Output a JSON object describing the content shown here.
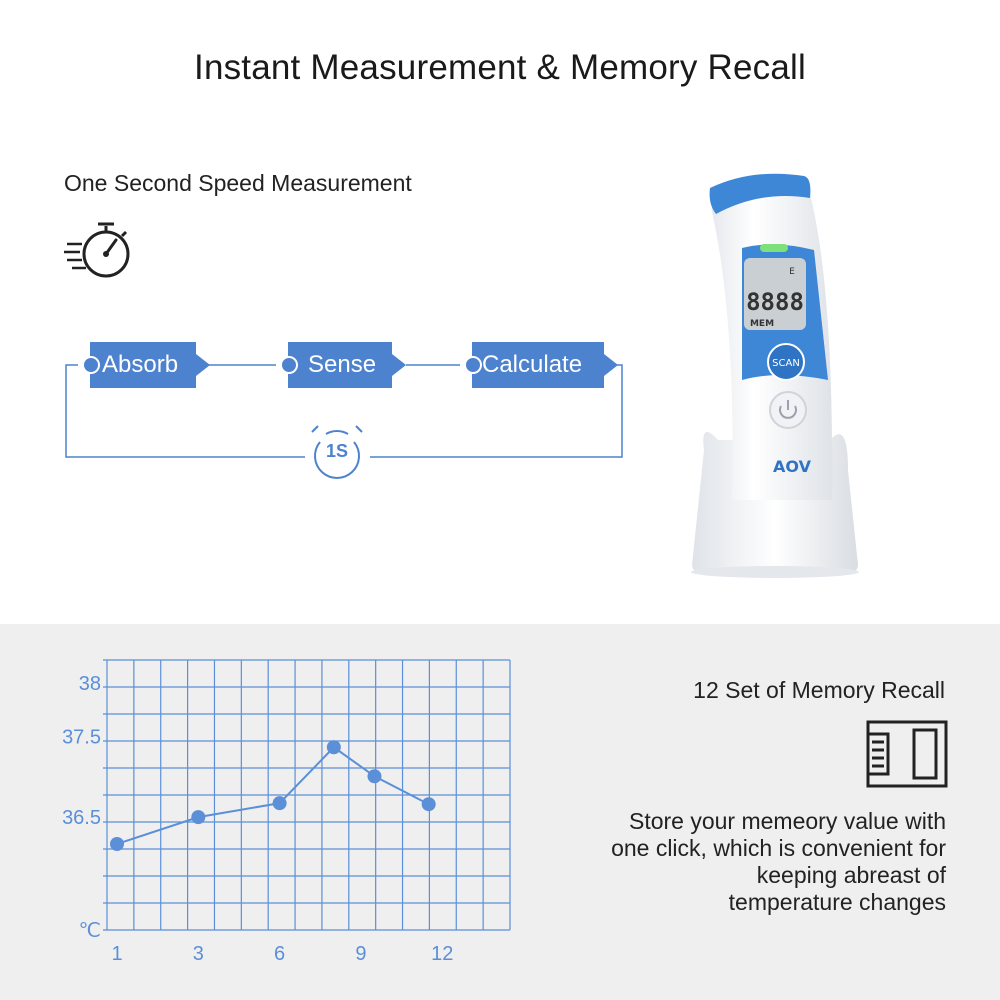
{
  "header": {
    "title": "Instant Measurement & Memory Recall"
  },
  "speed": {
    "title": "One Second Speed Measurement",
    "steps": [
      {
        "label": "Absorb"
      },
      {
        "label": "Sense"
      },
      {
        "label": "Calculate"
      }
    ],
    "badge": "1S",
    "icons": {
      "stopwatch": "stopwatch-icon",
      "timer": "timer-icon"
    },
    "accent": "#4d82cf"
  },
  "device": {
    "brand": "AOV",
    "button": "SCAN",
    "display_digits": "8888",
    "display_mem": "MEM",
    "display_unit": "E",
    "colors": {
      "body": "#f7f8fa",
      "accent": "#3e86d6",
      "screen": "#c9cfd3"
    }
  },
  "memory": {
    "title": "12 Set of Memory Recall",
    "lines": [
      "Store your memeory value with",
      "one click, which is convenient for",
      "keeping abreast of",
      "temperature changes"
    ],
    "icon": "memory-card-icon"
  },
  "chart_data": {
    "type": "line",
    "x_ticks": [
      "1",
      "3",
      "6",
      "9",
      "12"
    ],
    "y_ticks": [
      "38",
      "37.5",
      "36.5",
      "℃"
    ],
    "x": [
      1,
      4,
      7,
      9,
      10.5,
      12.5
    ],
    "values": [
      36.5,
      36.75,
      36.88,
      37.4,
      37.13,
      36.87
    ],
    "xlim": [
      1,
      15.5
    ],
    "ylim": [
      35.7,
      38.1
    ],
    "grid": true,
    "color": "#5b8fd8"
  }
}
